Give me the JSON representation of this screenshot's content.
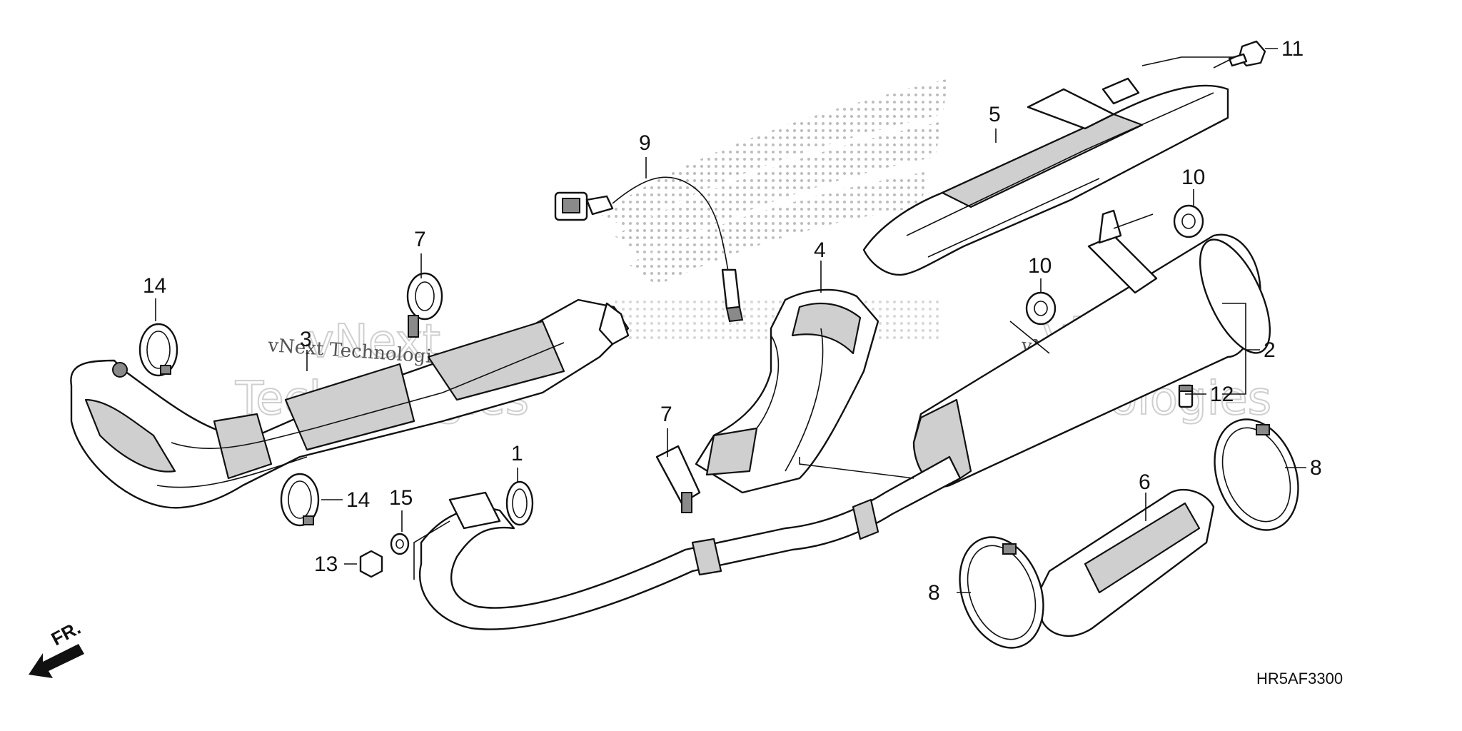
{
  "diagram": {
    "drawing_code": "HR5AF3300",
    "direction_label": "FR.",
    "watermark": {
      "brand_line1": "vNext",
      "brand_line2": "Technologies",
      "small_text": "vNext Technologies"
    },
    "callouts": [
      {
        "id": "c1",
        "label": "1"
      },
      {
        "id": "c2",
        "label": "2"
      },
      {
        "id": "c3",
        "label": "3"
      },
      {
        "id": "c4",
        "label": "4"
      },
      {
        "id": "c5",
        "label": "5"
      },
      {
        "id": "c6",
        "label": "6"
      },
      {
        "id": "c7a",
        "label": "7"
      },
      {
        "id": "c7b",
        "label": "7"
      },
      {
        "id": "c8a",
        "label": "8"
      },
      {
        "id": "c8b",
        "label": "8"
      },
      {
        "id": "c9",
        "label": "9"
      },
      {
        "id": "c10a",
        "label": "10"
      },
      {
        "id": "c10b",
        "label": "10"
      },
      {
        "id": "c11",
        "label": "11"
      },
      {
        "id": "c12",
        "label": "12"
      },
      {
        "id": "c13",
        "label": "13"
      },
      {
        "id": "c14a",
        "label": "14"
      },
      {
        "id": "c14b",
        "label": "14"
      },
      {
        "id": "c15",
        "label": "15"
      }
    ]
  }
}
